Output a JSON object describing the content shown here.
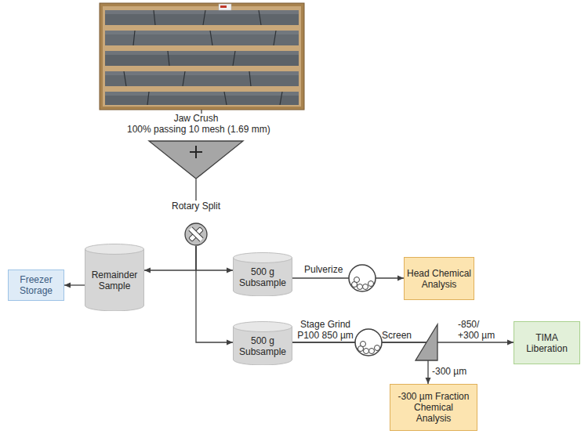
{
  "diagram": {
    "nodes": [
      {
        "text": [
          "Jaw Crush",
          "100% passing 10 mesh (1.69 mm)"
        ]
      },
      {
        "text": [
          "Rotary Split"
        ]
      },
      {
        "text": [
          "Freezer Storage"
        ]
      },
      {
        "text": [
          "Remainder Sample"
        ]
      },
      {
        "text": [
          "500 g Subsample"
        ]
      },
      {
        "text": [
          "Head Chemical Analysis"
        ]
      },
      {
        "text": [
          "500 g Subsample"
        ]
      },
      {
        "text": [
          "TIMA Liberation"
        ]
      },
      {
        "text": [
          "-300 µm Fraction Chemical Analysis"
        ]
      }
    ],
    "edges": [
      {
        "from": 0,
        "to": 1,
        "arrow": "none"
      },
      {
        "from": 1,
        "to": 3,
        "arrow": "to"
      },
      {
        "from": 1,
        "to": 4,
        "arrow": "to"
      },
      {
        "from": 1,
        "to": 6,
        "arrow": "to"
      },
      {
        "from": 3,
        "to": 2,
        "arrow": "to"
      },
      {
        "from": 4,
        "to": 5,
        "label": "Pulverize",
        "arrow": "to"
      },
      {
        "from": 6,
        "to": 7,
        "label": "-850/ +300 µm",
        "arrow": "to"
      },
      {
        "from": 6,
        "to": 8,
        "label": "-300 µm",
        "arrow": "to"
      }
    ],
    "labels": [
      "Stage Grind P100 850 µm",
      "Screen"
    ]
  }
}
